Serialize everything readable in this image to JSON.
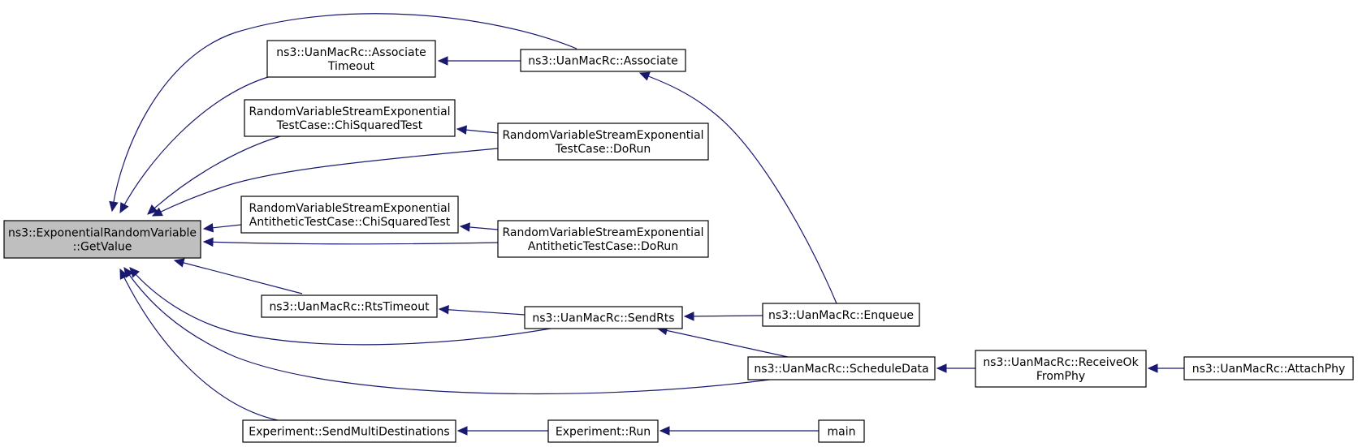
{
  "diagram": {
    "nodes": [
      {
        "id": "root",
        "lines": [
          "ns3::ExponentialRandomVariable",
          "::GetValue"
        ],
        "highlight": true
      },
      {
        "id": "assoc_timeout",
        "lines": [
          "ns3::UanMacRc::Associate",
          "Timeout"
        ]
      },
      {
        "id": "associate",
        "lines": [
          "ns3::UanMacRc::Associate"
        ]
      },
      {
        "id": "exp_chi",
        "lines": [
          "RandomVariableStreamExponential",
          "TestCase::ChiSquaredTest"
        ]
      },
      {
        "id": "exp_dorun",
        "lines": [
          "RandomVariableStreamExponential",
          "TestCase::DoRun"
        ]
      },
      {
        "id": "anti_chi",
        "lines": [
          "RandomVariableStreamExponential",
          "AntitheticTestCase::ChiSquaredTest"
        ]
      },
      {
        "id": "anti_dorun",
        "lines": [
          "RandomVariableStreamExponential",
          "AntitheticTestCase::DoRun"
        ]
      },
      {
        "id": "rts_timeout",
        "lines": [
          "ns3::UanMacRc::RtsTimeout"
        ]
      },
      {
        "id": "send_rts",
        "lines": [
          "ns3::UanMacRc::SendRts"
        ]
      },
      {
        "id": "enqueue",
        "lines": [
          "ns3::UanMacRc::Enqueue"
        ]
      },
      {
        "id": "schedule_data",
        "lines": [
          "ns3::UanMacRc::ScheduleData"
        ]
      },
      {
        "id": "receive_ok",
        "lines": [
          "ns3::UanMacRc::ReceiveOk",
          "FromPhy"
        ]
      },
      {
        "id": "attach_phy",
        "lines": [
          "ns3::UanMacRc::AttachPhy"
        ]
      },
      {
        "id": "send_multi",
        "lines": [
          "Experiment::SendMultiDestinations"
        ]
      },
      {
        "id": "exp_run",
        "lines": [
          "Experiment::Run"
        ]
      },
      {
        "id": "main",
        "lines": [
          "main"
        ]
      }
    ],
    "edges": [
      {
        "from": "associate",
        "to": "root"
      },
      {
        "from": "assoc_timeout",
        "to": "root"
      },
      {
        "from": "exp_chi",
        "to": "root"
      },
      {
        "from": "exp_dorun",
        "to": "root"
      },
      {
        "from": "anti_chi",
        "to": "root"
      },
      {
        "from": "anti_dorun",
        "to": "root"
      },
      {
        "from": "rts_timeout",
        "to": "root"
      },
      {
        "from": "send_rts",
        "to": "root"
      },
      {
        "from": "schedule_data",
        "to": "root"
      },
      {
        "from": "send_multi",
        "to": "root"
      },
      {
        "from": "associate",
        "to": "assoc_timeout"
      },
      {
        "from": "exp_dorun",
        "to": "exp_chi"
      },
      {
        "from": "anti_dorun",
        "to": "anti_chi"
      },
      {
        "from": "send_rts",
        "to": "rts_timeout"
      },
      {
        "from": "enqueue",
        "to": "associate"
      },
      {
        "from": "enqueue",
        "to": "send_rts"
      },
      {
        "from": "schedule_data",
        "to": "send_rts"
      },
      {
        "from": "receive_ok",
        "to": "schedule_data"
      },
      {
        "from": "attach_phy",
        "to": "receive_ok"
      },
      {
        "from": "exp_run",
        "to": "send_multi"
      },
      {
        "from": "main",
        "to": "exp_run"
      }
    ],
    "colors": {
      "edge": "#191970",
      "root_fill": "#bfbfbf",
      "node_fill": "#ffffff"
    }
  }
}
